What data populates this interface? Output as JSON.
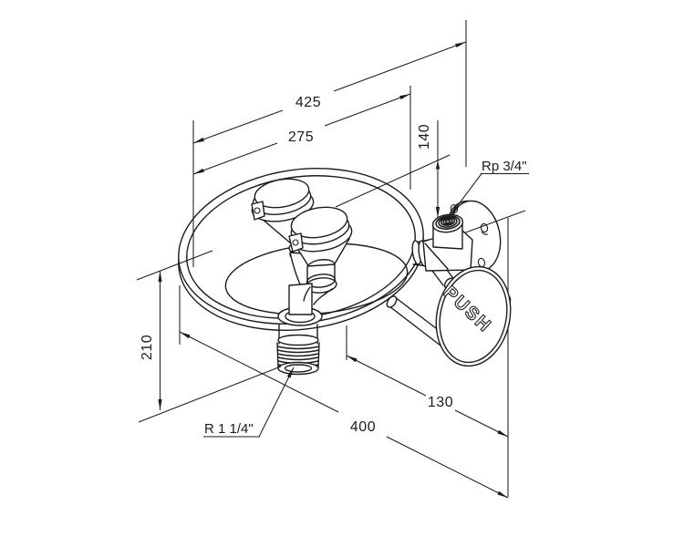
{
  "drawing": {
    "type": "technical-drawing",
    "subject": "Wall-mounted emergency eyewash station: bowl with twin spray heads, threaded drain, wall flange and PUSH actuator plate",
    "units": "mm",
    "colors": {
      "line": "#1c1c1c",
      "background": "#ffffff"
    },
    "dimensions": {
      "overall_width": "425",
      "bowl_width": "275",
      "inlet_height": "140",
      "bowl_to_drain_height": "210",
      "push_plate_offset": "130",
      "overall_depth": "400"
    },
    "labels": {
      "inlet_thread": "Rp 3/4\"",
      "drain_thread": "R 1 1/4\"",
      "push_plate": "PUSH"
    }
  }
}
